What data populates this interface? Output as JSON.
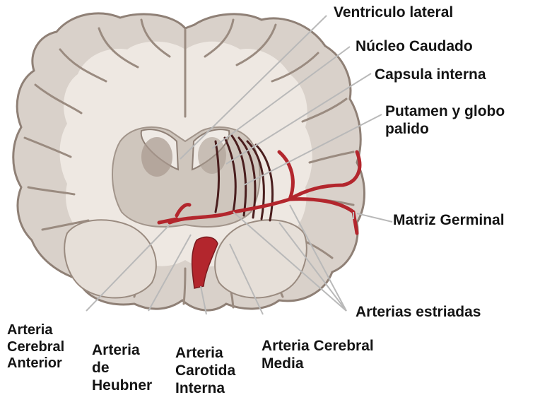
{
  "colors": {
    "tissue": "#ddd6cf",
    "tissue_dark": "#b7aca2",
    "sulcus": "#8f8076",
    "white_matter": "#f1ece7",
    "artery": "#b3262d",
    "artery_dark": "#4a1e1e",
    "leader": "#b9b9b9",
    "text": "#141414"
  },
  "labels": {
    "ventriculo_lateral": "Ventriculo lateral",
    "nucleo_caudado": "Núcleo Caudado",
    "capsula_interna": "Capsula interna",
    "putamen_line1": "Putamen y globo",
    "putamen_line2": "palido",
    "matriz_germinal": "Matriz Germinal",
    "arterias_estriadas": "Arterias estriadas",
    "aca_line1": "Arteria",
    "aca_line2": "Cerebral",
    "aca_line3": "Anterior",
    "heubner_line1": "Arteria",
    "heubner_line2": "de",
    "heubner_line3": "Heubner",
    "carotida_line1": "Arteria",
    "carotida_line2": "Carotida",
    "carotida_line3": "Interna",
    "mca_line1": "Arteria Cerebral",
    "mca_line2": "Media"
  }
}
